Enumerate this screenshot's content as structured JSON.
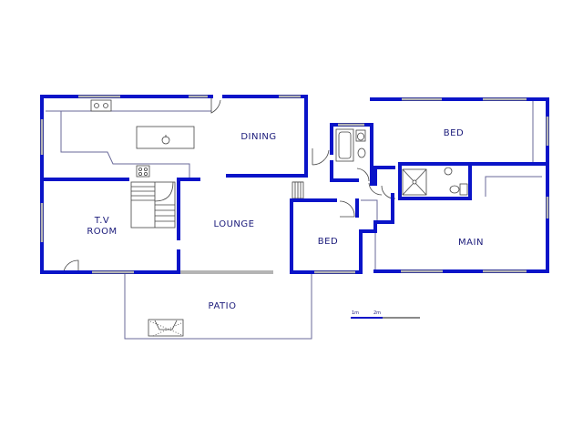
{
  "rooms": {
    "dining": "DINING",
    "bed_top": "BED",
    "tv_room_line1": "T.V",
    "tv_room_line2": "ROOM",
    "lounge": "LOUNGE",
    "bed_small": "BED",
    "main": "MAIN",
    "patio": "PATIO"
  },
  "scale": {
    "start": "1m",
    "end": "2m"
  },
  "colors": {
    "wall": "#0a14c8",
    "label": "#1a1a7a"
  }
}
